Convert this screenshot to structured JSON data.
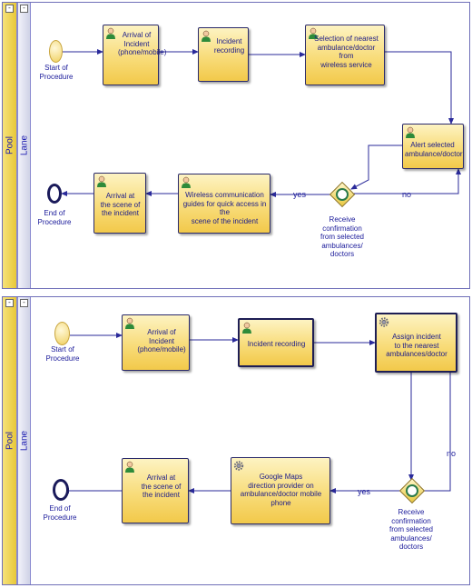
{
  "diagram1": {
    "pool_label": "Pool",
    "lane_label": "Lane",
    "start_label": "Start of\nProcedure",
    "end_label": "End of\nProcedure",
    "tasks": [
      {
        "text": "Arrival of\nIncident\n(phone/mobile)",
        "icon": "user-icon"
      },
      {
        "text": "Incident\nrecording",
        "icon": "user-icon"
      },
      {
        "text": "Selection of nearest\nambulance/doctor from\nwireless service",
        "icon": "user-icon"
      },
      {
        "text": "Alert selected\nambulance/doctor",
        "icon": "user-icon"
      },
      {
        "text": "Wireless communication\nguides for quick access in the\nscene of the incident",
        "icon": "user-icon"
      },
      {
        "text": "Arrival at\nthe scene of\nthe incident",
        "icon": "user-icon"
      }
    ],
    "gateway_label": "Receive\nconfirmation\nfrom selected\nambulances/\ndoctors",
    "yes_label": "yes",
    "no_label": "no"
  },
  "diagram2": {
    "pool_label": "Pool",
    "lane_label": "Lane",
    "start_label": "Start of\nProcedure",
    "end_label": "End of\nProcedure",
    "tasks": [
      {
        "text": "Arrival of\nIncident\n(phone/mobile)",
        "icon": "user-icon"
      },
      {
        "text": "Incident recording",
        "icon": "user-icon"
      },
      {
        "text": "Assign incident\nto the nearest\nambulances/doctor",
        "icon": "gear-icon"
      },
      {
        "text": "Google Maps\ndirection provider on\nambulance/doctor mobile\nphone",
        "icon": "gear-icon"
      },
      {
        "text": "Arrival at\nthe scene of\nthe incident",
        "icon": "user-icon"
      }
    ],
    "gateway_label": "Receive\nconfirmation\nfrom selected\nambulances/\ndoctors",
    "yes_label": "yes",
    "no_label": "no"
  },
  "colors": {
    "task_fill": "#f8dc7a",
    "task_border": "#2a2a6a",
    "text": "#1a1a9a",
    "pool_band": "#e8c838",
    "flow": "#2a2a9a"
  }
}
